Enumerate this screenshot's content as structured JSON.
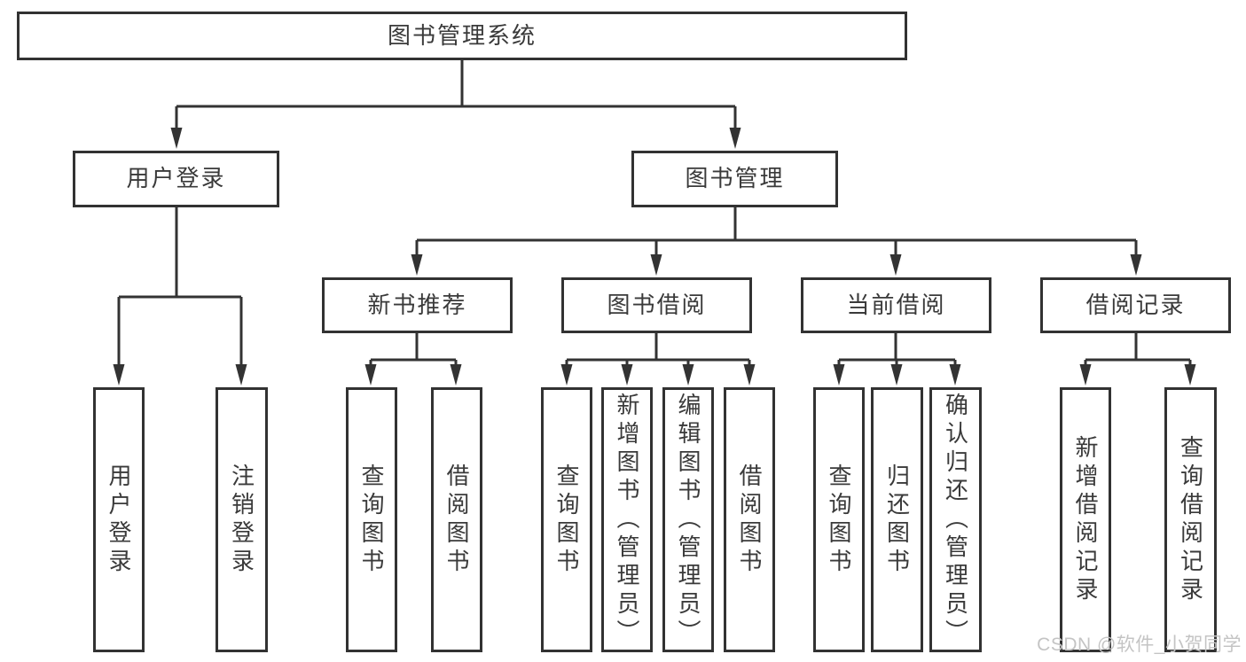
{
  "diagram": {
    "title": "图书管理系统",
    "type": "functional-structure-tree"
  },
  "root": {
    "label": "图书管理系统"
  },
  "branches": [
    {
      "label": "用户登录",
      "children": [
        {
          "label": "用户登录"
        },
        {
          "label": "注销登录"
        }
      ]
    },
    {
      "label": "图书管理",
      "children": [
        {
          "label": "新书推荐",
          "children": [
            {
              "label": "查询图书"
            },
            {
              "label": "借阅图书"
            }
          ]
        },
        {
          "label": "图书借阅",
          "children": [
            {
              "label": "查询图书"
            },
            {
              "label": "新增图书（管理员）"
            },
            {
              "label": "编辑图书（管理员）"
            },
            {
              "label": "借阅图书"
            }
          ]
        },
        {
          "label": "当前借阅",
          "children": [
            {
              "label": "查询图书"
            },
            {
              "label": "归还图书"
            },
            {
              "label": "确认归还（管理员）"
            }
          ]
        },
        {
          "label": "借阅记录",
          "children": [
            {
              "label": "新增借阅记录"
            },
            {
              "label": "查询借阅记录"
            }
          ]
        }
      ]
    }
  ],
  "watermark": "CSDN @软件_小贺同学",
  "colors": {
    "line": "#333333",
    "box_border": "#323232",
    "text": "#3a3a3a",
    "watermark": "#c4c4c4",
    "background": "#ffffff"
  }
}
